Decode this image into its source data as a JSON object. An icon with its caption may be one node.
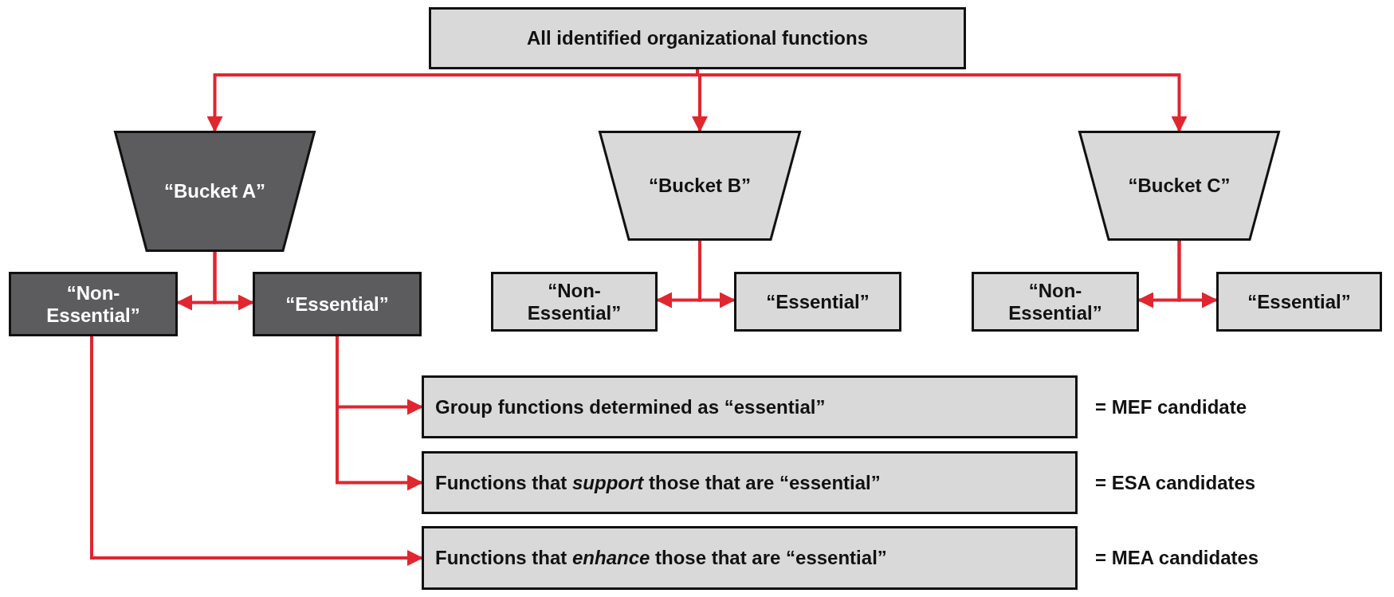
{
  "diagram": {
    "nodes": [
      {
        "text": [
          "All identified organizational functions"
        ]
      },
      {
        "text": [
          "“Bucket A”"
        ]
      },
      {
        "text": [
          "“Bucket B”"
        ]
      },
      {
        "text": [
          "“Bucket C”"
        ]
      },
      {
        "text": [
          "“Non-Essential”"
        ]
      },
      {
        "text": [
          "“Essential”"
        ]
      },
      {
        "text": [
          "“Non-Essential”"
        ]
      },
      {
        "text": [
          "“Essential”"
        ]
      },
      {
        "text": [
          "“Non-Essential”"
        ]
      },
      {
        "text": [
          "“Essential”"
        ]
      },
      {
        "text": [
          "Group functions determined as “essential”"
        ],
        "beside": [
          "= MEF candidate"
        ]
      },
      {
        "text": [
          "Functions that *support* those that are “essential”"
        ],
        "beside": [
          "= ESA candidates"
        ]
      },
      {
        "text": [
          "Functions that *enhance* those that are “essential”"
        ],
        "beside": [
          "= MEA candidates"
        ]
      }
    ],
    "edges": [
      {
        "from": 0,
        "to": 1,
        "arrow": "to"
      },
      {
        "from": 0,
        "to": 2,
        "arrow": "to"
      },
      {
        "from": 0,
        "to": 3,
        "arrow": "to"
      },
      {
        "from": 1,
        "to": 4,
        "arrow": "to"
      },
      {
        "from": 1,
        "to": 5,
        "arrow": "to"
      },
      {
        "from": 2,
        "to": 6,
        "arrow": "to"
      },
      {
        "from": 2,
        "to": 7,
        "arrow": "to"
      },
      {
        "from": 3,
        "to": 8,
        "arrow": "to"
      },
      {
        "from": 3,
        "to": 9,
        "arrow": "to"
      },
      {
        "from": 5,
        "to": 10,
        "arrow": "to"
      },
      {
        "from": 5,
        "to": 11,
        "arrow": "to"
      },
      {
        "from": 4,
        "to": 12,
        "arrow": "to"
      }
    ]
  }
}
